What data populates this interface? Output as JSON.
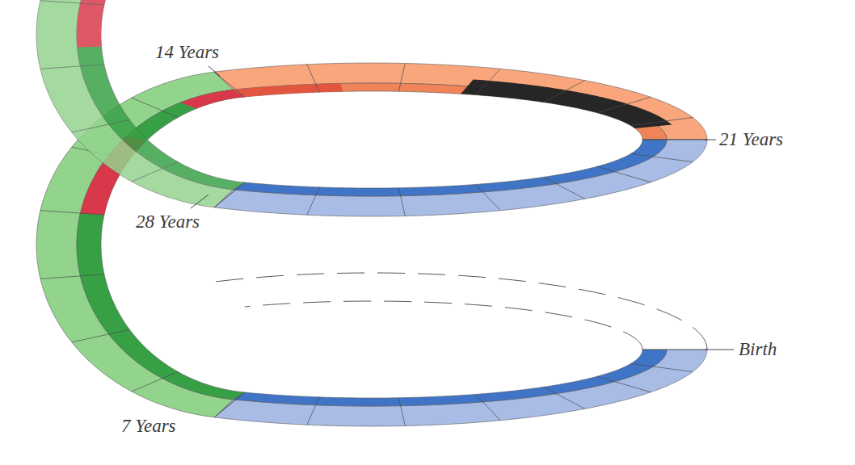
{
  "diagram": {
    "labels": [
      "14 Years",
      "21 Years",
      "28 Years",
      "Birth",
      "7 Years"
    ]
  }
}
